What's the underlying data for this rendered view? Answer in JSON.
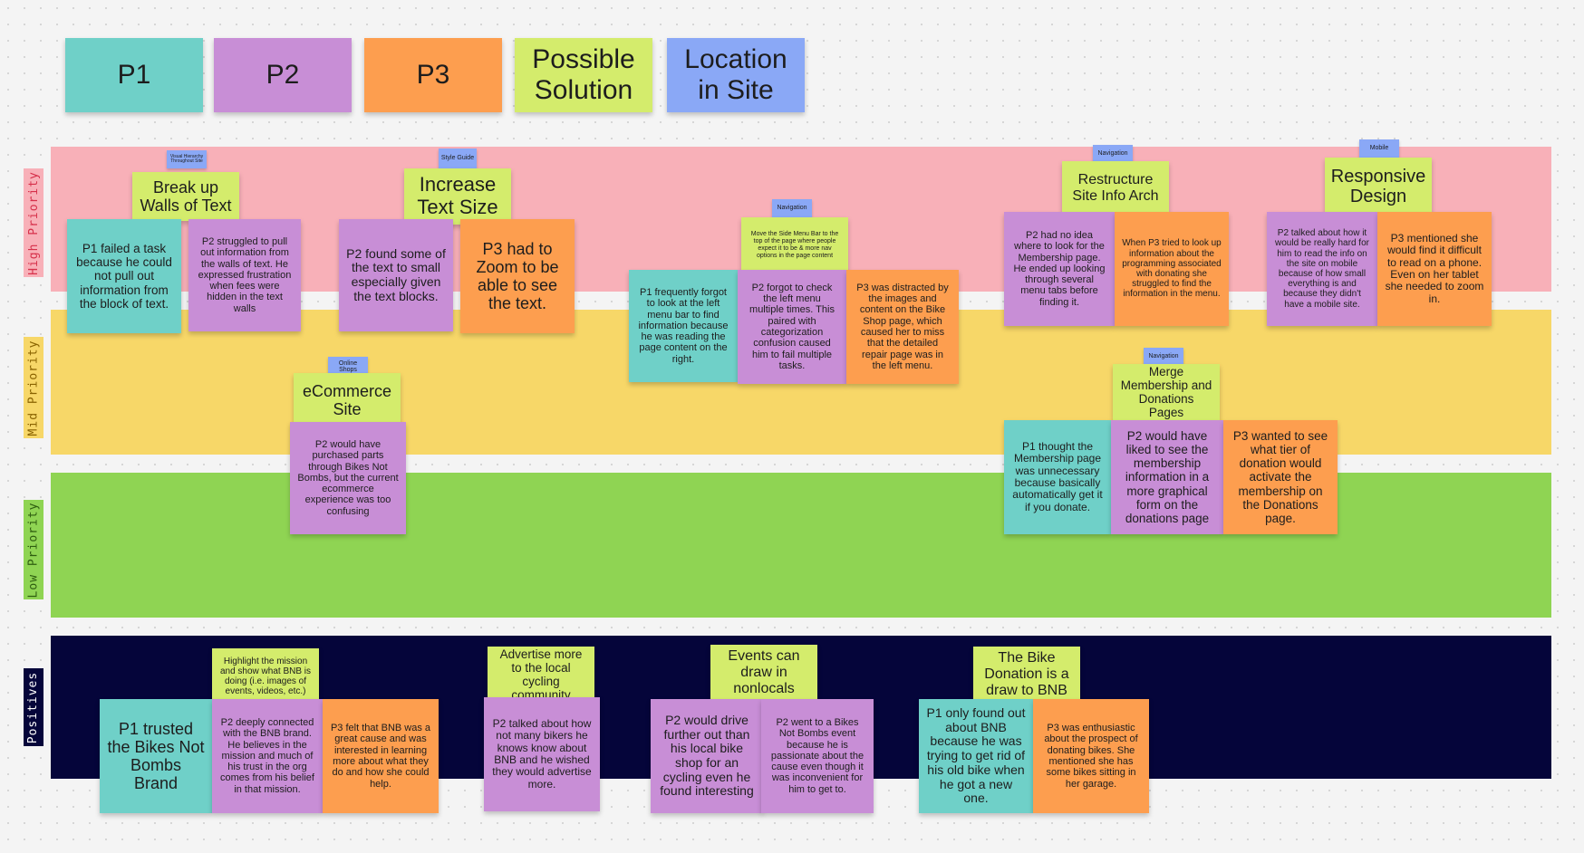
{
  "legend": {
    "p1": "P1",
    "p2": "P2",
    "p3": "P3",
    "solution": "Possible Solution",
    "location": "Location in Site"
  },
  "rows": {
    "high": "High Priority",
    "mid": "Mid Priority",
    "low": "Low Priority",
    "positives": "Positives"
  },
  "clusters": {
    "walls": {
      "tag": "Visual Hierarchy Throughout Site",
      "solution": "Break up Walls of Text",
      "p1": "P1 failed a task because he could not pull out information from the block of text.",
      "p2": "P2 struggled to pull out information from the walls of text. He expressed frustration when fees were hidden in the text walls"
    },
    "textsize": {
      "tag": "Style Guide",
      "solution": "Increase Text Size",
      "p2": "P2 found some of the text to small especially given the text blocks.",
      "p3": "P3 had to Zoom to be able to see the text."
    },
    "sidemenu": {
      "tag": "Navigation",
      "solution": "Move the Side Menu Bar to the top of the page where people expect it to be & more nav options in the page content",
      "p1": "P1 frequently forgot to look at the left menu bar to find information because he was reading the page content on the right.",
      "p2": "P2 forgot to check the left menu multiple times. This paired with categorization confusion caused him to fail multiple tasks.",
      "p3": "P3 was distracted by the images and content on the Bike Shop page, which caused her to miss that the detailed repair page was in the left menu."
    },
    "infoarch": {
      "tag": "Navigation",
      "solution": "Restructure Site Info Arch",
      "p2": "P2 had no idea where to look for the Membership page. He ended up looking through several menu tabs before finding it.",
      "p3": "When P3 tried to look up information about the programming associated with donating she struggled to find the information in the menu."
    },
    "responsive": {
      "tag": "Mobile",
      "solution": "Responsive Design",
      "p2": "P2 talked about how it would be really hard for him to read the info on the site on mobile because of how small everything is and because they didn't have a mobile site.",
      "p3": "P3 mentioned she would find it difficult to read on a phone. Even on her tablet she needed to zoom in."
    },
    "ecommerce": {
      "tag": "Online Shops",
      "solution": "eCommerce Site",
      "p2": "P2 would have purchased parts through Bikes Not Bombs, but the current ecommerce experience was too confusing"
    },
    "merge": {
      "tag": "Navigation",
      "solution": "Merge Membership and Donations Pages",
      "p1": "P1 thought the Membership page was unnecessary because basically automatically get it if you donate.",
      "p2": "P2 would have liked to see the membership information in a more graphical form on the donations page",
      "p3": "P3 wanted to see what tier of donation would activate the membership on the Donations page."
    },
    "brand": {
      "solution": "Highlight the mission and show what BNB is doing (i.e. images of events, videos, etc.)",
      "p1": "P1 trusted the Bikes Not Bombs Brand",
      "p2": "P2 deeply connected with the BNB brand. He believes in the mission and much of his trust in the org comes from his belief in that mission.",
      "p3": "P3 felt that BNB was a great cause and was interested in learning more about what they do and how she could help."
    },
    "advertise": {
      "solution": "Advertise more to the local cycling community",
      "p2": "P2 talked about how not many bikers he knows know about BNB and he wished they would advertise more."
    },
    "events": {
      "solution": "Events can draw in nonlocals",
      "p2a": "P2 would drive further out than his local bike shop for an cycling even he found interesting",
      "p2b": "P2 went to a Bikes Not Bombs event because he is passionate about the cause even though it was inconvenient for him to get to."
    },
    "donation": {
      "solution": "The Bike Donation is a draw to BNB",
      "p1": "P1 only found out about BNB because he was trying to get rid of his old bike when he got a new one.",
      "p3": "P3 was enthusiastic about the prospect of donating bikes. She mentioned she has some bikes sitting in her garage."
    }
  },
  "colors": {
    "p1": "#6fd0c8",
    "p2": "#c88ed6",
    "p3": "#fd9e4f",
    "solution": "#d4ec6c",
    "location": "#8aa8f6",
    "high": "#f8b0b8",
    "mid": "#f7d768",
    "low": "#8fd453",
    "positives": "#05053a"
  }
}
